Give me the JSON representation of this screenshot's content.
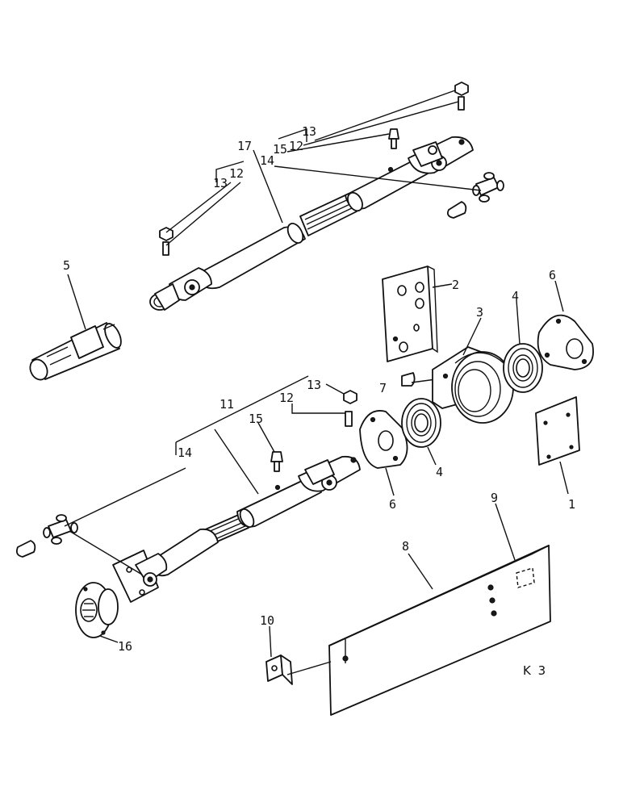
{
  "sheet_code": "K 3",
  "callouts": {
    "part_1": "1",
    "part_2": "2",
    "part_3": "3",
    "part_4_upper": "4",
    "part_4_lower": "4",
    "part_5": "5",
    "part_6_upper": "6",
    "part_6_lower": "6",
    "part_7": "7",
    "part_8": "8",
    "part_9": "9",
    "part_10": "10",
    "part_11": "11",
    "part_12_top_right": "12",
    "part_12_top_left": "12",
    "part_12_bottom": "12",
    "part_13_top_right": "13",
    "part_13_top_left": "13",
    "part_13_bottom": "13",
    "part_14_top": "14",
    "part_14_bottom": "14",
    "part_15_top": "15",
    "part_15_bottom": "15",
    "part_16": "16",
    "part_17": "17"
  }
}
